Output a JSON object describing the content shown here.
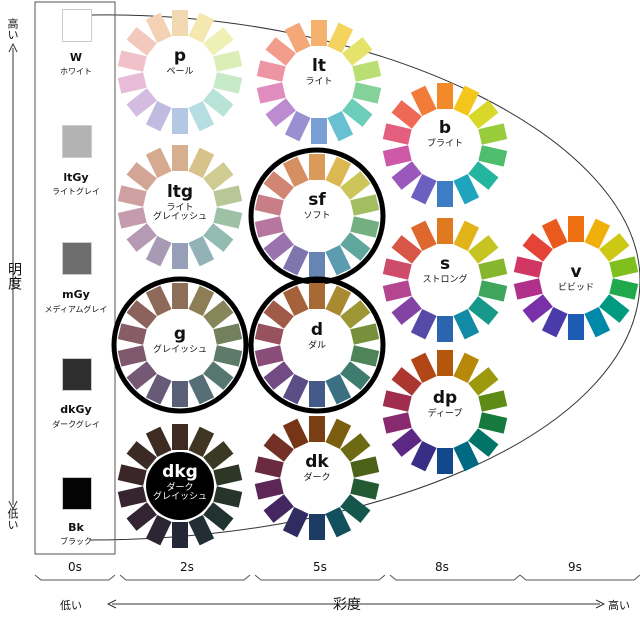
{
  "axes": {
    "vertical_title": "明度",
    "vertical_high": "高い",
    "vertical_low": "低い",
    "horizontal_title": "彩度",
    "horizontal_low": "低い",
    "horizontal_high": "高い"
  },
  "saturation_columns": [
    "0s",
    "2s",
    "5s",
    "8s",
    "9s"
  ],
  "grays": [
    {
      "code": "W",
      "name": "ホワイト",
      "color": "#ffffff"
    },
    {
      "code": "ltGy",
      "name": "ライトグレイ",
      "color": "#b3b3b3"
    },
    {
      "code": "mGy",
      "name": "メディアムグレイ",
      "color": "#6e6e6e"
    },
    {
      "code": "dkGy",
      "name": "ダークグレイ",
      "color": "#2f2f2f"
    },
    {
      "code": "Bk",
      "name": "ブラック",
      "color": "#050505"
    }
  ],
  "tones": [
    {
      "code": "p",
      "name": "ペール",
      "highlighted": false,
      "colors": [
        "#f3d9b2",
        "#f4e8b0",
        "#eef0b4",
        "#dbeeb7",
        "#c6e9c7",
        "#b8e4d7",
        "#b5dde2",
        "#b5c8e3",
        "#c0bbe0",
        "#d4bce0",
        "#e8bcd8",
        "#f0c1c8",
        "#f3c9bd",
        "#f4d0b4"
      ]
    },
    {
      "code": "lt",
      "name": "ライト",
      "highlighted": false,
      "colors": [
        "#f5b26e",
        "#f4d35e",
        "#e5e36a",
        "#b8de74",
        "#84d29a",
        "#6ccdb8",
        "#69c0d0",
        "#799fd6",
        "#9a8fd1",
        "#bd8cd0",
        "#e08cbe",
        "#ee95a3",
        "#f29c8c",
        "#f4a87a"
      ]
    },
    {
      "code": "b",
      "name": "ブライト",
      "highlighted": false,
      "colors": [
        "#f28a2a",
        "#f4c51c",
        "#d9d82a",
        "#98cc3a",
        "#4fbd6e",
        "#24b5a0",
        "#1ea4bd",
        "#3f7cc6",
        "#6d5fc0",
        "#9a58bd",
        "#cc58a6",
        "#e45f7e",
        "#ef6a55",
        "#f27b3a"
      ]
    },
    {
      "code": "ltg",
      "name": "ライト\nグレイッシュ",
      "highlighted": false,
      "colors": [
        "#d6b08e",
        "#d8c28c",
        "#cfcc92",
        "#b8c797",
        "#9ec0a4",
        "#93bbb1",
        "#92b2b8",
        "#979fb8",
        "#a69ab5",
        "#b69ab3",
        "#c59cad",
        "#cea0a2",
        "#d3a596",
        "#d6aa90"
      ]
    },
    {
      "code": "sf",
      "name": "ソフト",
      "highlighted": true,
      "colors": [
        "#d99a5a",
        "#dcb852",
        "#cbc55a",
        "#a2bd62",
        "#74af82",
        "#5fa79c",
        "#5b9cae",
        "#6684b4",
        "#7f76b0",
        "#9a72ad",
        "#b776a0",
        "#c77e87",
        "#d08672",
        "#d68f63"
      ]
    },
    {
      "code": "s",
      "name": "ストロング",
      "highlighted": false,
      "colors": [
        "#e07a20",
        "#e2b41a",
        "#c5c420",
        "#86b52e",
        "#3fa45c",
        "#16998a",
        "#128aa6",
        "#2b65b0",
        "#5649a8",
        "#8243a5",
        "#b44590",
        "#cc4c6a",
        "#d85646",
        "#de682e"
      ]
    },
    {
      "code": "v",
      "name": "ビビッド",
      "highlighted": false,
      "colors": [
        "#ee7010",
        "#f0b00c",
        "#cdc812",
        "#7fbf1e",
        "#20a84c",
        "#009a80",
        "#0088a8",
        "#1c5cb4",
        "#4a3aaa",
        "#7a30a8",
        "#b0308c",
        "#d23662",
        "#e44438",
        "#ea5a1c"
      ]
    },
    {
      "code": "g",
      "name": "グレイッシュ",
      "highlighted": true,
      "colors": [
        "#8e6e58",
        "#8e7e56",
        "#86865a",
        "#72805e",
        "#5e7a68",
        "#567670",
        "#566e76",
        "#5a6078",
        "#675a76",
        "#745874",
        "#80586e",
        "#885c64",
        "#8c625c",
        "#8e6858"
      ]
    },
    {
      "code": "d",
      "name": "ダル",
      "highlighted": true,
      "colors": [
        "#a86a34",
        "#aa8a30",
        "#9c9634",
        "#78903c",
        "#4e8458",
        "#3e7c70",
        "#3a7082",
        "#445a88",
        "#5a4e86",
        "#724a84",
        "#8a4c78",
        "#98525e",
        "#a05a48",
        "#a5623a"
      ]
    },
    {
      "code": "dp",
      "name": "ディープ",
      "highlighted": false,
      "colors": [
        "#b4560c",
        "#b88808",
        "#9c9a0c",
        "#5e8a16",
        "#167a3e",
        "#007466",
        "#006a82",
        "#14488c",
        "#382e86",
        "#5c2884",
        "#882a70",
        "#a02c4e",
        "#ac3630",
        "#b24616"
      ]
    },
    {
      "code": "dkg",
      "name": "ダーク\nグレイッシュ",
      "highlighted": false,
      "colors": [
        "#3e2c22",
        "#3e3622",
        "#3a3a24",
        "#2e3626",
        "#26342c",
        "#223230",
        "#222e34",
        "#242836",
        "#2c2634",
        "#322432",
        "#36242e",
        "#3a2628",
        "#3c2a24",
        "#3e2c22"
      ]
    },
    {
      "code": "dk",
      "name": "ダーク",
      "highlighted": false,
      "colors": [
        "#7a3e14",
        "#7c5e10",
        "#6e6a14",
        "#4c6218",
        "#245a32",
        "#14564c",
        "#12505e",
        "#1c3c64",
        "#302c62",
        "#442660",
        "#5c2656",
        "#6a2a40",
        "#723026",
        "#763616"
      ]
    }
  ]
}
